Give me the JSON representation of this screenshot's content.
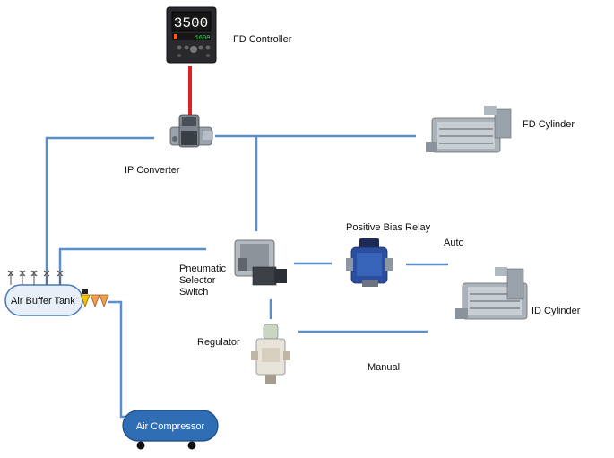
{
  "labels": {
    "fd_controller": "FD Controller",
    "ip_converter": "IP Converter",
    "fd_cylinder": "FD Cylinder",
    "positive_bias_relay": "Positive Bias Relay",
    "auto": "Auto",
    "pneumatic_selector_switch": [
      "Pneumatic",
      "Selector",
      "Switch"
    ],
    "id_cylinder": "ID Cylinder",
    "regulator": "Regulator",
    "manual": "Manual",
    "air_buffer_tank": "Air Buffer Tank",
    "air_compressor": "Air Compressor"
  },
  "controller_display": {
    "main_value": "3500",
    "sub_value": "1600"
  },
  "colors": {
    "pipe": "#5b8fc9",
    "signal_wire": "#e02020",
    "tank_fill": "#e8eff8",
    "tank_stroke": "#4a78b5",
    "compressor_fill": "#2f6db5",
    "filter_yellow": "#f2c200",
    "filter_orange": "#f0a050"
  }
}
